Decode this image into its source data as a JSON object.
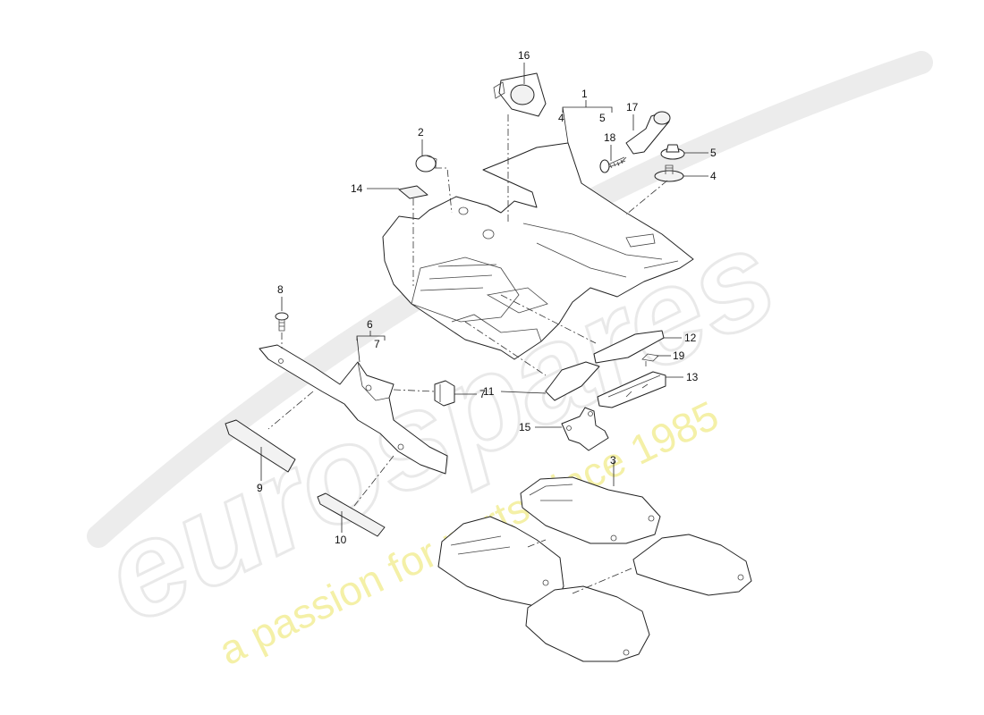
{
  "watermark": {
    "brand": "eurospares",
    "tagline": "a passion for parts since 1985",
    "brand_color": "#d8d8d8",
    "tagline_color": "#f1ec8a"
  },
  "callouts": {
    "c1": "1",
    "c1_sub_a": "4",
    "c1_sub_b": "5",
    "c2": "2",
    "c3": "3",
    "c4": "4",
    "c5": "5",
    "c6": "6",
    "c6_sub": "7",
    "c7": "7",
    "c8": "8",
    "c9": "9",
    "c10": "10",
    "c11": "11",
    "c12": "12",
    "c13": "13",
    "c14": "14",
    "c15": "15",
    "c16": "16",
    "c17": "17",
    "c18": "18",
    "c19": "19"
  },
  "colors": {
    "line": "#222222",
    "background": "#ffffff"
  }
}
